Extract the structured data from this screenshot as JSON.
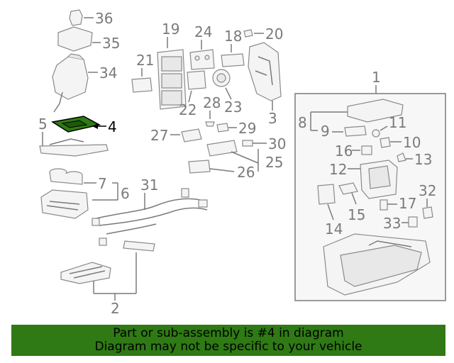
{
  "labels": {
    "n1": "1",
    "n2": "2",
    "n3": "3",
    "n4": "4",
    "n5": "5",
    "n6": "6",
    "n7": "7",
    "n8": "8",
    "n9": "9",
    "n10": "10",
    "n11": "11",
    "n12": "12",
    "n13": "13",
    "n14": "14",
    "n15": "15",
    "n16": "16",
    "n17": "17",
    "n18": "18",
    "n19": "19",
    "n20": "20",
    "n21": "21",
    "n22": "22",
    "n23": "23",
    "n24": "24",
    "n25": "25",
    "n26": "26",
    "n27": "27",
    "n28": "28",
    "n29": "29",
    "n30": "30",
    "n31": "31",
    "n32": "32",
    "n33": "33",
    "n34": "34",
    "n35": "35",
    "n36": "36"
  },
  "highlighted_part": "4",
  "highlight_color": "#2f7a14",
  "banner": {
    "line1": "Part or sub-assembly is #4 in diagram",
    "line2": "Diagram may not be specific to your vehicle",
    "background": "#2f7a14"
  }
}
